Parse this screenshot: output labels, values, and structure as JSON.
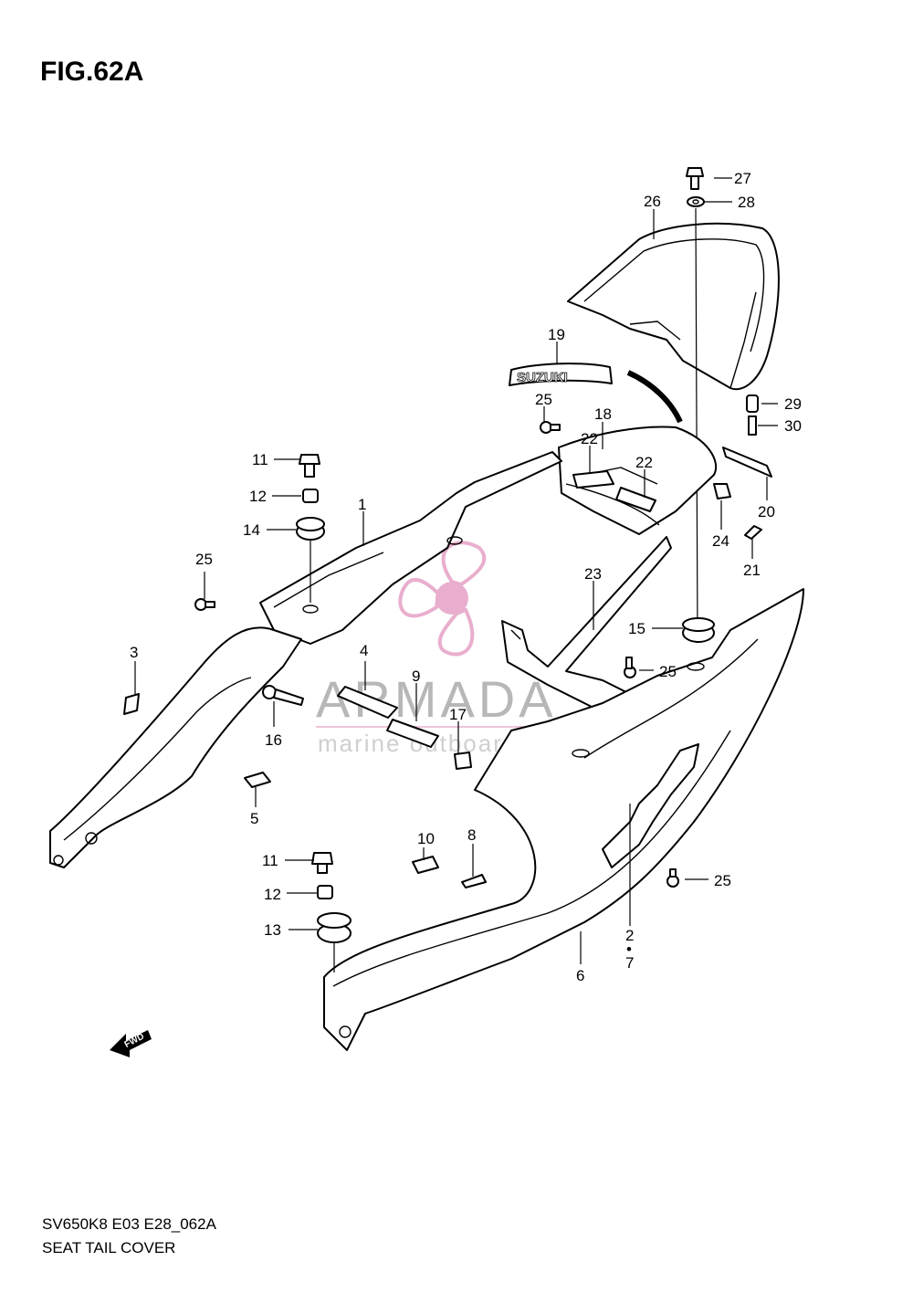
{
  "figure": {
    "title": "FIG.62A",
    "model_code": "SV650K8 E03 E28_062A",
    "section_name": "SEAT TAIL COVER"
  },
  "watermark": {
    "brand": "ARMADA",
    "tagline": "marine outboards",
    "logo_color": "#e7a6c9",
    "text_color": "#b7b7b7"
  },
  "decals": {
    "brand_decal": "SUZUKI",
    "fwd_arrow": "FWD"
  },
  "callouts": {
    "c1": "1",
    "c2": "2",
    "c7": "7",
    "c3": "3",
    "c4": "4",
    "c5": "5",
    "c6": "6",
    "c8": "8",
    "c9": "9",
    "c10": "10",
    "c11a": "11",
    "c11b": "11",
    "c12a": "12",
    "c12b": "12",
    "c13": "13",
    "c14": "14",
    "c15": "15",
    "c16": "16",
    "c17": "17",
    "c18": "18",
    "c19": "19",
    "c20": "20",
    "c21": "21",
    "c22a": "22",
    "c22b": "22",
    "c23": "23",
    "c24": "24",
    "c25a": "25",
    "c25b": "25",
    "c25c": "25",
    "c25d": "25",
    "c26": "26",
    "c27": "27",
    "c28": "28",
    "c29": "29",
    "c30": "30",
    "dot": "•"
  }
}
